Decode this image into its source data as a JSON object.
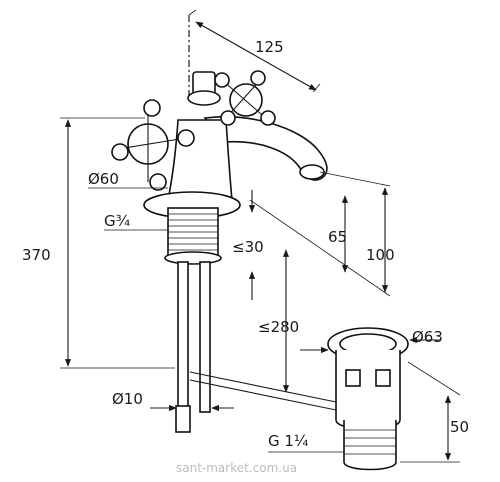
{
  "dimensions": {
    "width_top": "125",
    "diameter_body": "Ø60",
    "thread_inlet": "G¾",
    "total_height": "370",
    "clearance": "≤30",
    "spout_height": "65",
    "outlet_height": "100",
    "rod_length": "≤280",
    "diameter_waste": "Ø63",
    "diameter_rod": "Ø10",
    "thread_waste": "G 1¼",
    "waste_height": "50"
  },
  "watermark": "sant-market.com.ua"
}
